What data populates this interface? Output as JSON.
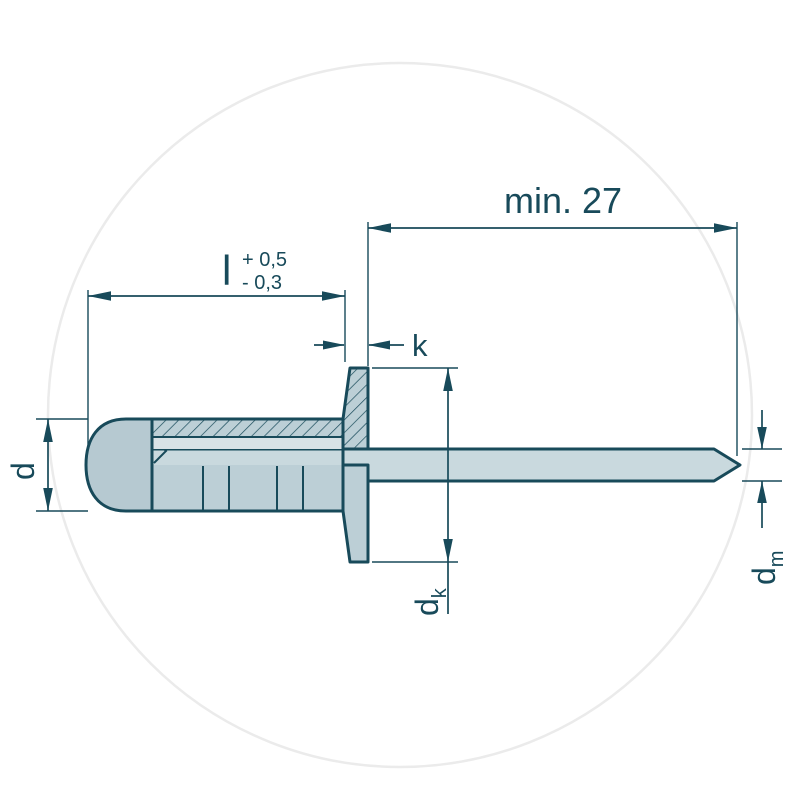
{
  "drawing": {
    "type": "technical-drawing",
    "subject": "blind rivet with mandrel, half-section side view"
  },
  "labels": {
    "min_protrusion": "min. 27",
    "length": "l",
    "length_tol_plus": "+ 0,5",
    "length_tol_minus": "- 0,3",
    "head_height": "k",
    "body_diameter": "d",
    "head_diameter_main": "d",
    "head_diameter_sub": "k",
    "mandrel_diameter_main": "d",
    "mandrel_diameter_sub": "m"
  },
  "colors": {
    "line": "#184a5a",
    "fill_body": "#bccfd6",
    "fill_mandrel": "#c9d9de",
    "fill_ball": "#b6c9d1",
    "fill_gap": "#d8e2e6",
    "watermark": "#ebebeb"
  }
}
